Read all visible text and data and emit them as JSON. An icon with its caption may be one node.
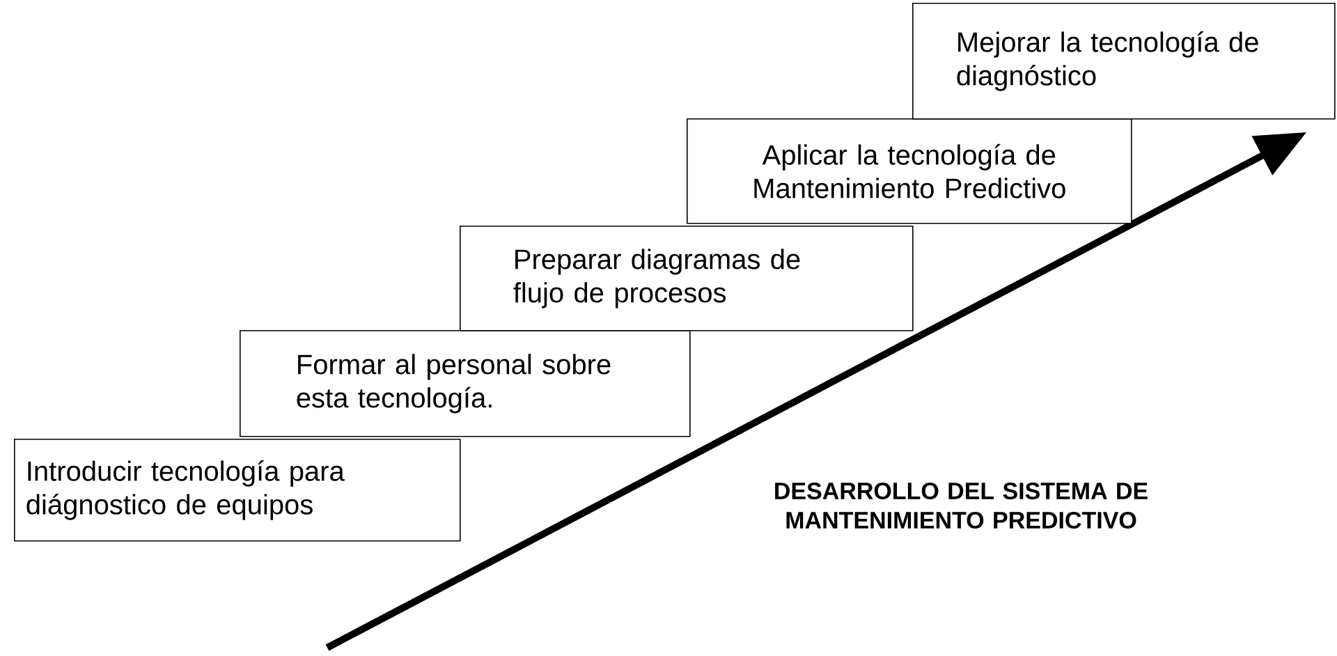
{
  "diagram": {
    "nodes": [
      {
        "text": [
          "Introducir tecnología para diágnostico de equipos"
        ]
      },
      {
        "text": [
          "Formar al personal sobre esta tecnología."
        ]
      },
      {
        "text": [
          "Preparar diagramas de flujo de procesos"
        ]
      },
      {
        "text": [
          "Aplicar la tecnología de Mantenimiento Predictivo"
        ]
      },
      {
        "text": [
          "Mejorar la tecnología de diagnóstico"
        ]
      }
    ],
    "labels": [
      "DESARROLLO DEL SISTEMA DE MANTENIMIENTO PREDICTIVO"
    ]
  }
}
